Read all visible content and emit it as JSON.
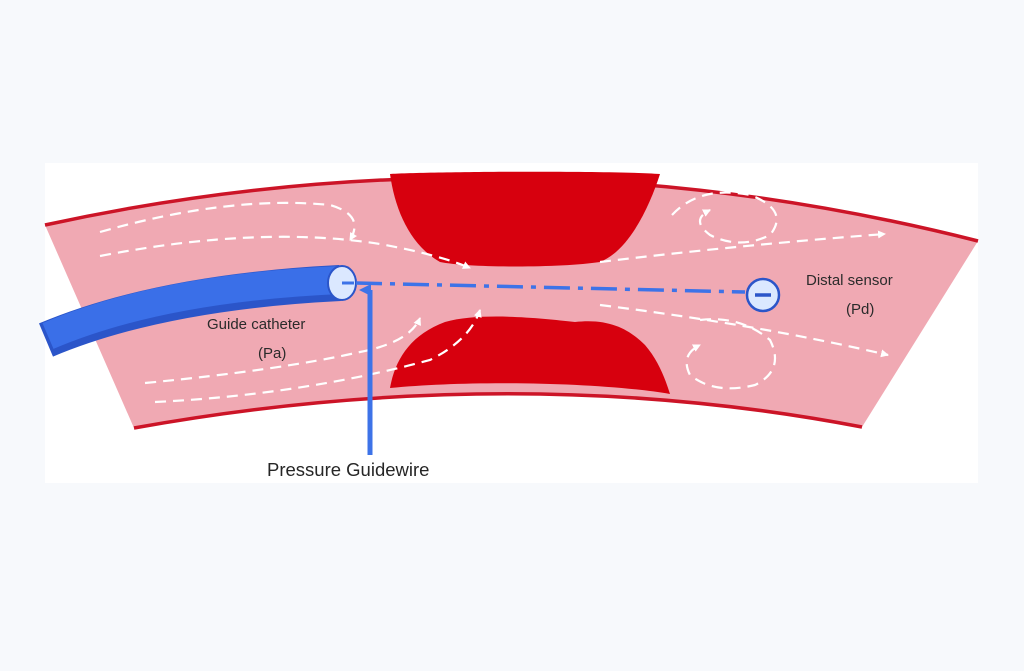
{
  "diagram": {
    "labels": {
      "guide_catheter": "Guide catheter",
      "pa": "(Pa)",
      "distal_sensor": "Distal sensor",
      "pd": "(Pd)",
      "pressure_guidewire": "Pressure Guidewire"
    },
    "colors": {
      "background": "#f7f9fc",
      "panel": "#ffffff",
      "vessel_fill": "#f0a9b3",
      "vessel_wall": "#cc1427",
      "plaque": "#d7000e",
      "catheter": "#3a6fe8",
      "sensor_fill": "#dbe8ff",
      "guidewire": "#3d73e8",
      "flow_arrows": "#ffffff"
    },
    "icons": [
      "guide-catheter-tip-icon",
      "distal-sensor-icon",
      "pressure-guidewire-arrow-icon",
      "flow-arrow-icon"
    ]
  }
}
